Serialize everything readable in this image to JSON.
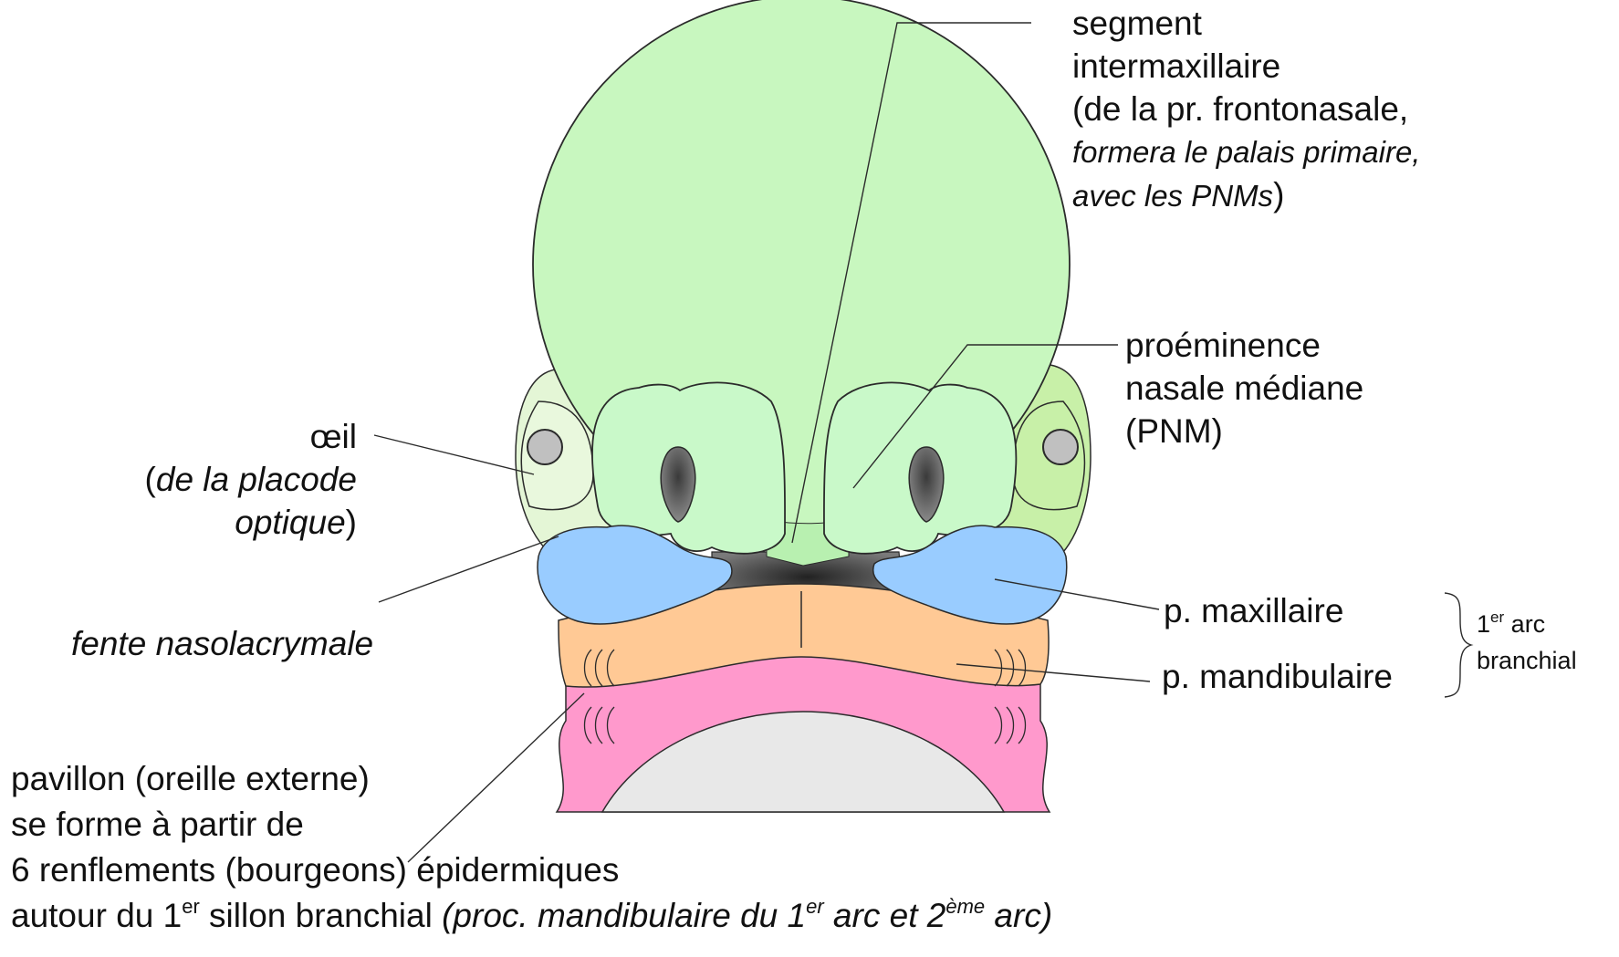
{
  "labels": {
    "segment_line1": "segment",
    "segment_line2": "intermaxillaire",
    "segment_line3": "(de la pr. frontonasale,",
    "segment_line4": "formera le palais primaire,",
    "segment_line5a": "avec les PNMs",
    "segment_line5b": ")",
    "pnm_line1": "proéminence",
    "pnm_line2": "nasale médiane",
    "pnm_line3": "(PNM)",
    "oeil_line1": "œil",
    "oeil_line2a": "(",
    "oeil_line2b": "de la placode",
    "oeil_line3a": "optique",
    "oeil_line3b": ")",
    "fente": "fente nasolacrymale",
    "maxillaire": "p. maxillaire",
    "mandibulaire": "p. mandibulaire",
    "arc_num": "1",
    "arc_sup": "er",
    "arc_word": "arc",
    "arc_line2": "branchial",
    "pav_line1": "pavillon (oreille externe)",
    "pav_line2": "se forme à partir de",
    "pav_line3": "6 renflements (bourgeons) épidermiques",
    "pav_line4a": "autour du 1",
    "pav_line4b": "er",
    "pav_line4c": " sillon branchial ",
    "pav_line4d": "(proc. mandibulaire du 1",
    "pav_line4e": "er",
    "pav_line4f": " arc et 2",
    "pav_line4g": "ème",
    "pav_line4h": " arc)"
  },
  "colors": {
    "frontonasal": "#c8f7bf",
    "lateral_nasal": "#d6f5c6",
    "eye_region": "#e4f6d6",
    "eye_region_right": "#c8f0a8",
    "eye": "#c0c0c0",
    "nostril": "#6c6c6c",
    "maxillary": "#99ccff",
    "mandibular": "#ffc995",
    "second_arch": "#ff99cc",
    "pharynx": "#e8e8e8",
    "stomodeum": "#4a4a4a",
    "outline": "#2b2b2b"
  }
}
